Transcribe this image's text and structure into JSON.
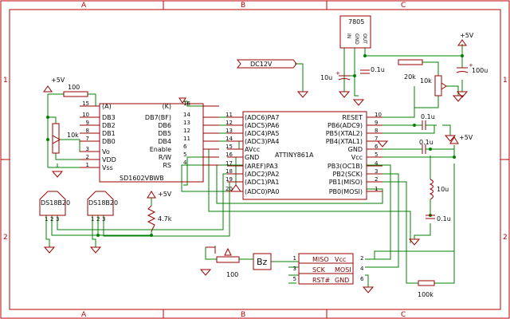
{
  "frame": {
    "cols": [
      "A",
      "B",
      "C"
    ],
    "rows": [
      "1",
      "2"
    ]
  },
  "regulator": {
    "name": "7805",
    "pins": [
      "IN",
      "GND",
      "OUT"
    ]
  },
  "power": {
    "vcc": "+5V",
    "dc_input": "DC12V"
  },
  "lcd": {
    "name": "SD1602VBWB",
    "left_pins": [
      {
        "num": "15",
        "label": "(A)"
      },
      {
        "num": "10",
        "label": "DB3"
      },
      {
        "num": "9",
        "label": "DB2"
      },
      {
        "num": "8",
        "label": "DB1"
      },
      {
        "num": "7",
        "label": "DB0"
      },
      {
        "num": "3",
        "label": "Vo"
      },
      {
        "num": "2",
        "label": "VDD"
      },
      {
        "num": "1",
        "label": "Vss"
      }
    ],
    "right_pins": [
      {
        "num": "16",
        "label": "(K)"
      },
      {
        "num": "14",
        "label": "DB7(BF)"
      },
      {
        "num": "13",
        "label": "DB6"
      },
      {
        "num": "12",
        "label": "DB5"
      },
      {
        "num": "11",
        "label": "DB4"
      },
      {
        "num": "6",
        "label": "Enable"
      },
      {
        "num": "5",
        "label": "R/W"
      },
      {
        "num": "4",
        "label": "RS"
      }
    ]
  },
  "mcu": {
    "name": "ATTINY861A",
    "left_pins": [
      {
        "num": "11",
        "label": "(ADC6)PA7"
      },
      {
        "num": "12",
        "label": "(ADC5)PA6"
      },
      {
        "num": "13",
        "label": "(ADC4)PA5"
      },
      {
        "num": "14",
        "label": "(ADC3)PA4"
      },
      {
        "num": "15",
        "label": "AVcc"
      },
      {
        "num": "16",
        "label": "GND"
      },
      {
        "num": "17",
        "label": "(AREF)PA3"
      },
      {
        "num": "18",
        "label": "(ADC2)PA2"
      },
      {
        "num": "19",
        "label": "(ADC1)PA1"
      },
      {
        "num": "20",
        "label": "(ADC0)PA0"
      }
    ],
    "right_pins": [
      {
        "num": "10",
        "label": "RESET"
      },
      {
        "num": "9",
        "label": "PB6(ADC9)"
      },
      {
        "num": "8",
        "label": "PB5(XTAL2)"
      },
      {
        "num": "7",
        "label": "PB4(XTAL1)"
      },
      {
        "num": "6",
        "label": "GND"
      },
      {
        "num": "5",
        "label": "Vcc"
      },
      {
        "num": "4",
        "label": "PB3(OC1B)"
      },
      {
        "num": "3",
        "label": "PB2(SCK)"
      },
      {
        "num": "2",
        "label": "PB1(MISO)"
      },
      {
        "num": "1",
        "label": "PB0(MOSI)"
      }
    ]
  },
  "sensors": [
    {
      "name": "DS18B20",
      "pins": [
        "1",
        "2",
        "3"
      ]
    },
    {
      "name": "DS18B20",
      "pins": [
        "1",
        "2",
        "3"
      ]
    }
  ],
  "isp": {
    "left": [
      {
        "num": "1",
        "label": "MISO"
      },
      {
        "num": "3",
        "label": "SCK"
      },
      {
        "num": "5",
        "label": "RST#"
      }
    ],
    "right": [
      {
        "num": "2",
        "label": "Vcc"
      },
      {
        "num": "4",
        "label": "MOSI"
      },
      {
        "num": "6",
        "label": "GND"
      }
    ]
  },
  "buzzer": "Bz",
  "components": {
    "r_backlight": "100",
    "pot_contrast": "10k",
    "r_pullup": "4.7k",
    "pot_buzzer": "100",
    "r_reg": "20k",
    "pot_adj": "10k",
    "r_reset": "100k",
    "c_in": "10u",
    "c_reg": "0.1u",
    "c_out": "100u",
    "c_x1": "0.1u",
    "c_x2": "0.1u",
    "c_avcc": "0.1u",
    "l_avcc": "10u"
  }
}
